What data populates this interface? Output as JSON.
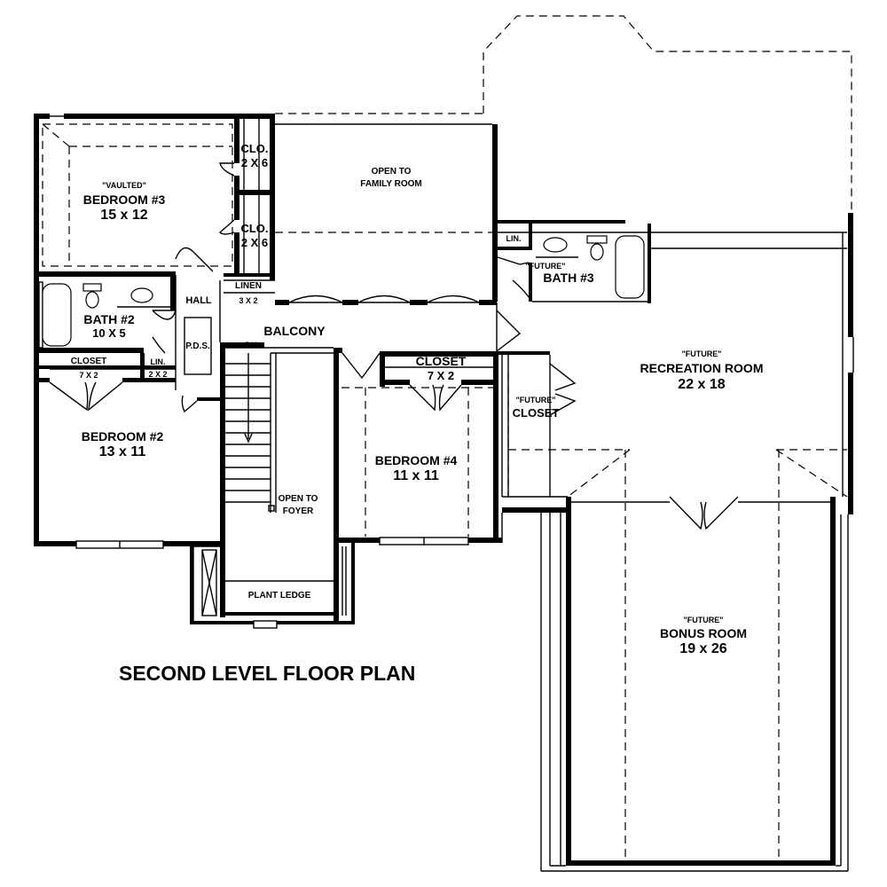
{
  "title": "SECOND LEVEL FLOOR PLAN",
  "rooms": {
    "bedroom3": {
      "note": "\"VAULTED\"",
      "name": "BEDROOM #3",
      "size": "15 x 12"
    },
    "clo1": {
      "name": "CLO.",
      "size": "2 X 6"
    },
    "clo2": {
      "name": "CLO.",
      "size": "2 X 6"
    },
    "open_family": {
      "line1": "OPEN TO",
      "line2": "FAMILY ROOM"
    },
    "hall": "HALL",
    "linen": {
      "name": "LINEN",
      "size": "3 X 2"
    },
    "bath2": {
      "name": "BATH #2",
      "size": "10 X 5"
    },
    "pds": "P.D.S.",
    "balcony": "BALCONY",
    "dn": "DN",
    "closet_left": {
      "name": "CLOSET",
      "size": "7 X 2"
    },
    "lin_left": {
      "name": "LIN.",
      "size": "2 X 2"
    },
    "closet_mid": {
      "name": "CLOSET",
      "size": "7 X 2"
    },
    "bedroom2": {
      "name": "BEDROOM #2",
      "size": "13 x 11"
    },
    "bedroom4": {
      "name": "BEDROOM #4",
      "size": "11 x 11"
    },
    "open_foyer": {
      "line1": "OPEN TO",
      "line2": "FOYER"
    },
    "plant_ledge": "PLANT LEDGE",
    "lin_right": "LIN.",
    "bath3": {
      "note": "\"FUTURE\"",
      "name": "BATH #3"
    },
    "future_closet": {
      "note": "\"FUTURE\"",
      "name": "CLOSET"
    },
    "recreation": {
      "note": "\"FUTURE\"",
      "name": "RECREATION ROOM",
      "size": "22 x 18"
    },
    "bonus": {
      "note": "\"FUTURE\"",
      "name": "BONUS ROOM",
      "size": "19 x 26"
    }
  }
}
